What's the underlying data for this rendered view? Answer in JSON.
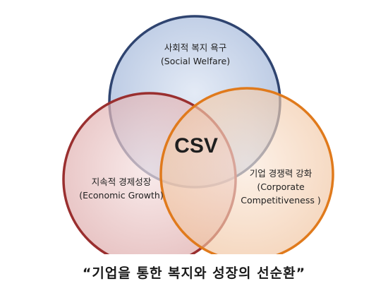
{
  "diagram": {
    "center_label": "CSV",
    "circles": [
      {
        "id": "social",
        "lines": [
          "사회적 복지 욕구",
          "(Social Welfare)"
        ],
        "fill": "#b7c7e2",
        "stroke": "#2f4470"
      },
      {
        "id": "economic",
        "lines": [
          "지속적 경제성장",
          "(Economic Growth)"
        ],
        "fill": "#e6bcbc",
        "stroke": "#9a2f2f"
      },
      {
        "id": "corporate",
        "lines": [
          "기업 경쟁력 강화",
          "(Corporate",
          "Competitiveness )"
        ],
        "fill": "#f3cfb2",
        "stroke": "#e07a1c"
      }
    ]
  },
  "caption": "“기업을 통한 복지와 성장의 선순환”"
}
